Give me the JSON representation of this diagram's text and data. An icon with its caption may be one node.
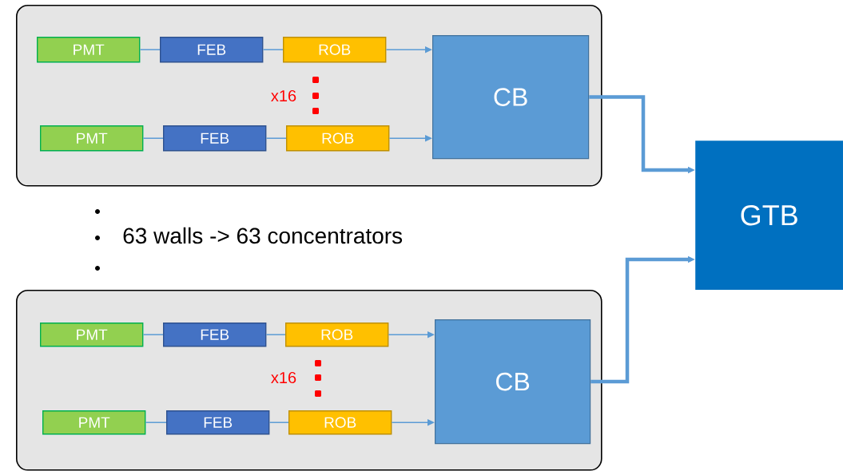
{
  "diagram": {
    "nodes": [
      {
        "text": [],
        "shape": "box"
      },
      {
        "text": [
          "PMT"
        ],
        "in": 0
      },
      {
        "text": [
          "FEB"
        ],
        "in": 0
      },
      {
        "text": [
          "ROB"
        ],
        "in": 0
      },
      {
        "text": [
          "CB"
        ],
        "in": 0
      },
      {
        "text": [
          "PMT"
        ],
        "in": 0
      },
      {
        "text": [
          "FEB"
        ],
        "in": 0
      },
      {
        "text": [
          "ROB"
        ],
        "in": 0
      },
      {
        "text": [
          "GTB"
        ]
      },
      {
        "text": [],
        "shape": "box"
      },
      {
        "text": [
          "PMT"
        ],
        "in": 9
      },
      {
        "text": [
          "FEB"
        ],
        "in": 9
      },
      {
        "text": [
          "ROB"
        ],
        "in": 9
      },
      {
        "text": [
          "CB"
        ],
        "in": 9
      },
      {
        "text": [
          "PMT"
        ],
        "in": 9
      },
      {
        "text": [
          "FEB"
        ],
        "in": 9
      },
      {
        "text": [
          "ROB"
        ],
        "in": 9
      }
    ],
    "edges": [
      {
        "from": 1,
        "to": 2,
        "arrow": "none"
      },
      {
        "from": 2,
        "to": 3,
        "arrow": "none"
      },
      {
        "from": 3,
        "to": 4,
        "arrow": "to"
      },
      {
        "from": 5,
        "to": 6,
        "arrow": "none"
      },
      {
        "from": 6,
        "to": 7,
        "arrow": "none"
      },
      {
        "from": 7,
        "to": 4,
        "arrow": "to"
      },
      {
        "from": 4,
        "to": 8,
        "arrow": "to",
        "style": "thick"
      },
      {
        "from": 10,
        "to": 11,
        "arrow": "none"
      },
      {
        "from": 11,
        "to": 12,
        "arrow": "none"
      },
      {
        "from": 12,
        "to": 13,
        "arrow": "to"
      },
      {
        "from": 14,
        "to": 15,
        "arrow": "none"
      },
      {
        "from": 15,
        "to": 16,
        "arrow": "none"
      },
      {
        "from": 16,
        "to": 13,
        "arrow": "to"
      },
      {
        "from": 13,
        "to": 8,
        "arrow": "to",
        "style": "thick"
      }
    ],
    "labels": [
      "x16",
      "63 walls -> 63 concentrators",
      "x16"
    ]
  }
}
